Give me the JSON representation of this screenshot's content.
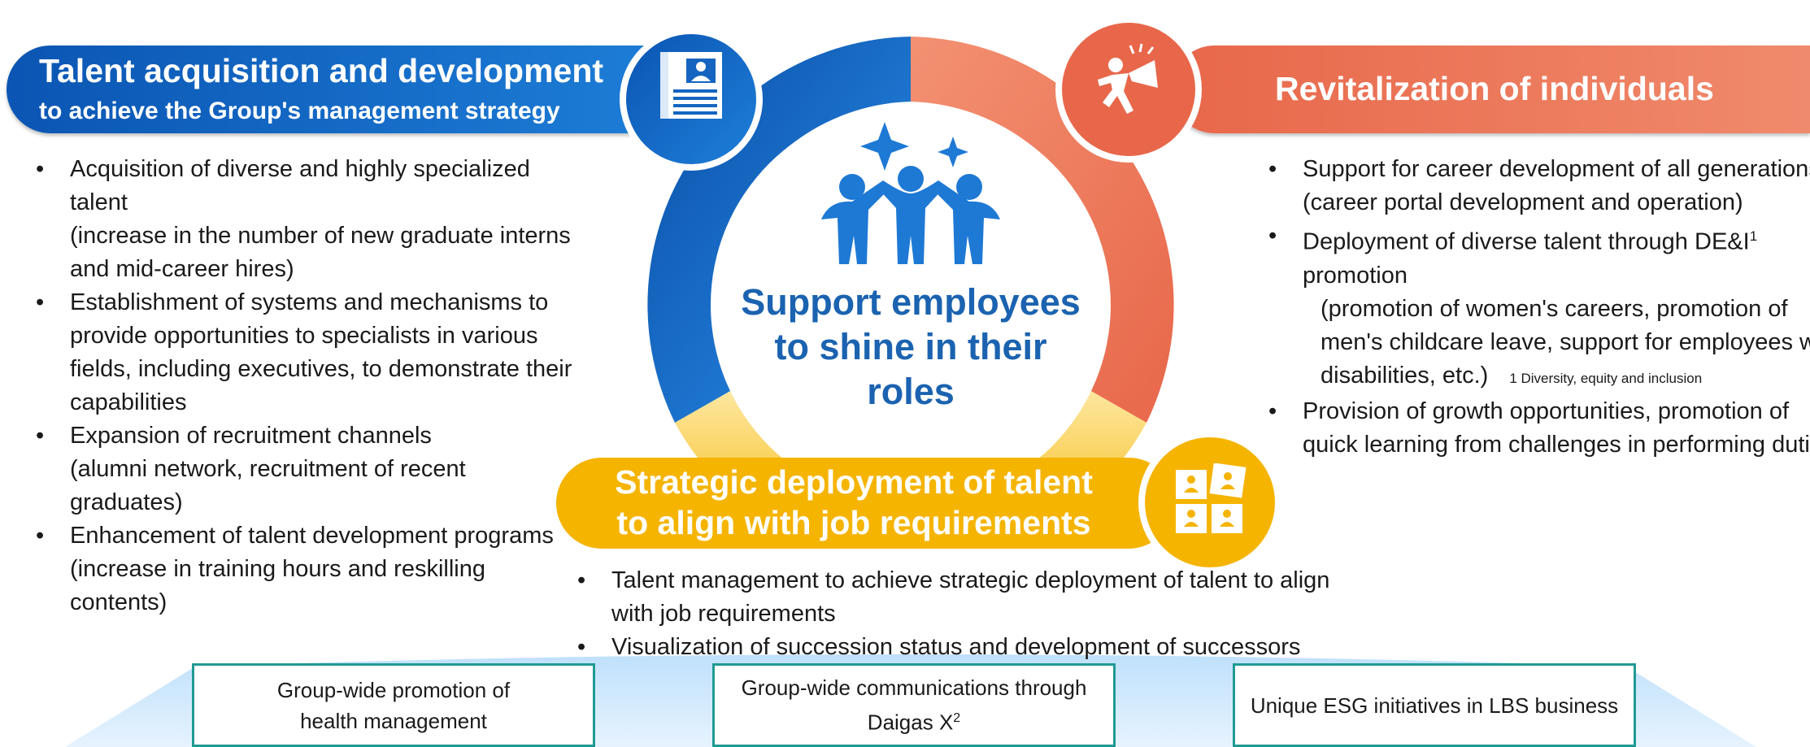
{
  "center": {
    "line1": "Support employees",
    "line2": "to shine in their",
    "line3": "roles"
  },
  "left_banner": {
    "title": "Talent acquisition and development",
    "subtitle": "to achieve the Group's management strategy"
  },
  "right_banner": {
    "title": "Revitalization of individuals"
  },
  "bottom_banner": {
    "line1": "Strategic deployment of talent",
    "line2": "to align with job requirements"
  },
  "left_items": [
    {
      "text": "Acquisition of diverse and highly specialized",
      "text2": "talent",
      "detail": "(increase in the number of new graduate interns",
      "detail2": "and mid-career hires)"
    },
    {
      "text": "Establishment of systems and mechanisms to",
      "text2": "provide opportunities to specialists in various",
      "text3": "fields, including executives, to demonstrate their",
      "text4": "capabilities"
    },
    {
      "text": "Expansion of recruitment channels",
      "detail": "(alumni network, recruitment of recent",
      "detail2": "graduates)"
    },
    {
      "text": "Enhancement of talent development programs",
      "detail": "(increase in training hours and reskilling",
      "detail2": "contents)"
    }
  ],
  "right_items": [
    {
      "text": "Support for career development of all generations",
      "detail": "(career portal development and operation)"
    },
    {
      "text": "Deployment of diverse talent through DE&I",
      "sup": "1",
      "text2": "promotion",
      "detail": "(promotion of women's careers, promotion of",
      "detail2": "men's childcare leave, support for employees wi",
      "detail3": "disabilities, etc.)",
      "footnote": "1 Diversity, equity and inclusion"
    },
    {
      "text": "Provision of growth opportunities, promotion of",
      "text2": "quick learning from challenges in performing dutie"
    }
  ],
  "bottom_items": [
    {
      "text": "Talent management to achieve strategic deployment of talent to align",
      "text2": "with job requirements"
    },
    {
      "text": "Visualization of succession status and development of successors"
    }
  ],
  "boxes": [
    {
      "line1": "Group-wide promotion of",
      "line2": "health management"
    },
    {
      "line1": "Group-wide communications through",
      "line2": "Daigas X",
      "sup": "2"
    },
    {
      "line1": "Unique ESG initiatives in LBS business"
    }
  ],
  "icons": {
    "left": "profile-document-icon",
    "right": "megaphone-person-icon",
    "bottom": "puzzle-people-icon",
    "center": "team-celebration-icon"
  },
  "colors": {
    "blue": "#1565c0",
    "orange": "#e8674a",
    "yellow": "#f5b400",
    "teal_border": "#1f9a93",
    "center_text": "#1b63b0"
  }
}
